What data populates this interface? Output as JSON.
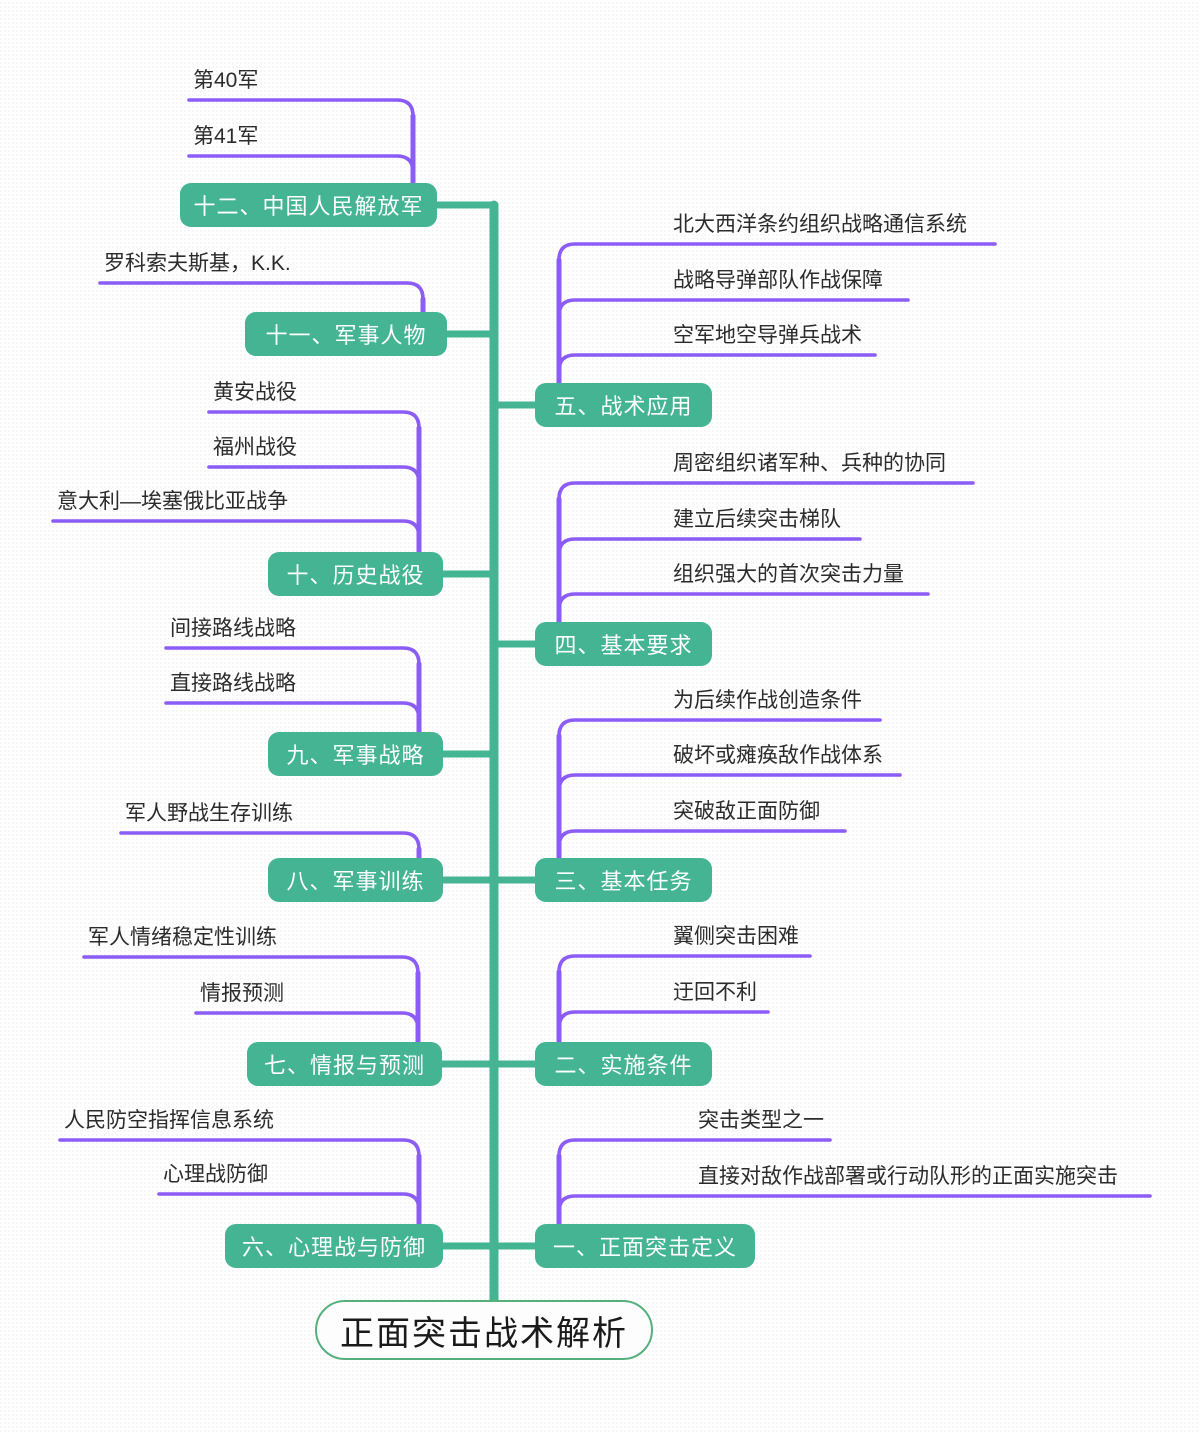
{
  "theme": {
    "node_fill": "#44B492",
    "node_text": "#FFFFFF",
    "root_fill": "#FDFDFD",
    "root_border": "#55B07E",
    "root_text": "#1A1A1A",
    "spine_color": "#44B492",
    "leaf_connector_color": "#8B5CF6",
    "leaf_text": "#2B2B2B",
    "background": "#F7F7F7"
  },
  "root": {
    "label": "正面突击战术解析"
  },
  "branches": [
    {
      "id": "b12",
      "label": "十二、中国人民解放军",
      "side": "left",
      "leaves": [
        "第40军",
        "第41军"
      ]
    },
    {
      "id": "b11",
      "label": "十一、军事人物",
      "side": "left",
      "leaves": [
        "罗科索夫斯基，K.K."
      ]
    },
    {
      "id": "b10",
      "label": "十、历史战役",
      "side": "left",
      "leaves": [
        "黄安战役",
        "福州战役",
        "意大利—埃塞俄比亚战争"
      ]
    },
    {
      "id": "b9",
      "label": "九、军事战略",
      "side": "left",
      "leaves": [
        "间接路线战略",
        "直接路线战略"
      ]
    },
    {
      "id": "b8",
      "label": "八、军事训练",
      "side": "left",
      "leaves": [
        "军人野战生存训练"
      ]
    },
    {
      "id": "b7",
      "label": "七、情报与预测",
      "side": "left",
      "leaves": [
        "军人情绪稳定性训练",
        "情报预测"
      ]
    },
    {
      "id": "b6",
      "label": "六、心理战与防御",
      "side": "left",
      "leaves": [
        "人民防空指挥信息系统",
        "心理战防御"
      ]
    },
    {
      "id": "b5",
      "label": "五、战术应用",
      "side": "right",
      "leaves": [
        "北大西洋条约组织战略通信系统",
        "战略导弹部队作战保障",
        "空军地空导弹兵战术"
      ]
    },
    {
      "id": "b4",
      "label": "四、基本要求",
      "side": "right",
      "leaves": [
        "周密组织诸军种、兵种的协同",
        "建立后续突击梯队",
        "组织强大的首次突击力量"
      ]
    },
    {
      "id": "b3",
      "label": "三、基本任务",
      "side": "right",
      "leaves": [
        "为后续作战创造条件",
        "破坏或瘫痪敌作战体系",
        "突破敌正面防御"
      ]
    },
    {
      "id": "b2",
      "label": "二、实施条件",
      "side": "right",
      "leaves": [
        "翼侧突击困难",
        "迂回不利"
      ]
    },
    {
      "id": "b1",
      "label": "一、正面突击定义",
      "side": "right",
      "leaves": [
        "突击类型之一",
        "直接对敌作战部署或行动队形的正面实施突击"
      ]
    }
  ]
}
